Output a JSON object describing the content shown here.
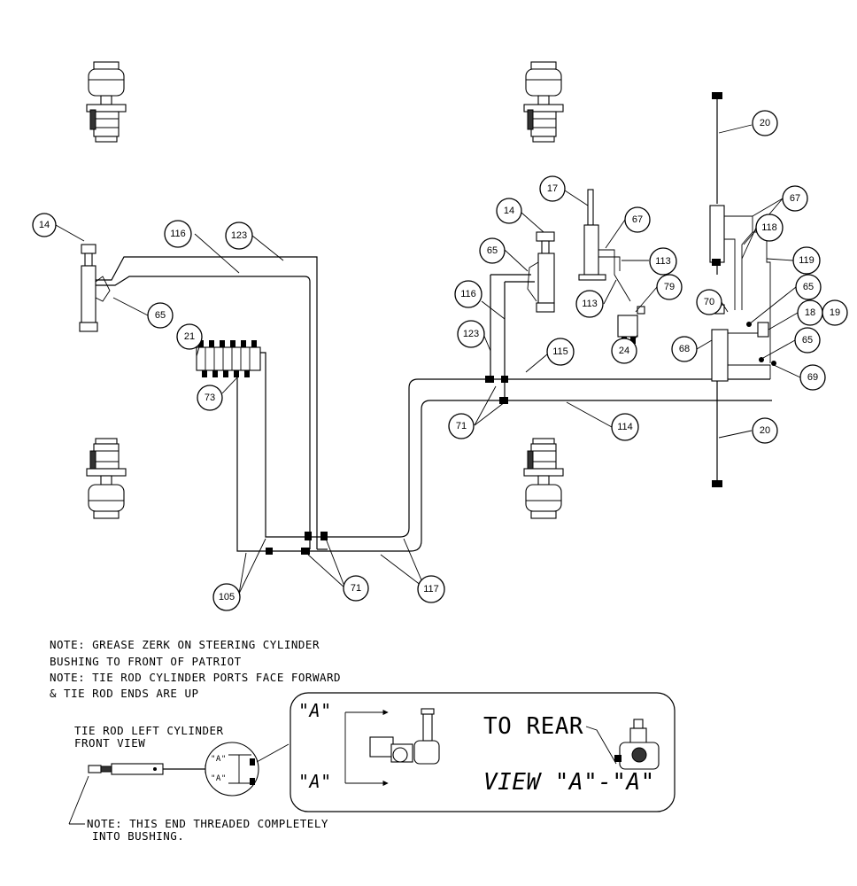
{
  "callouts": [
    {
      "id": "c14a",
      "label": "14"
    },
    {
      "id": "c116a",
      "label": "116"
    },
    {
      "id": "c123a",
      "label": "123"
    },
    {
      "id": "c65a",
      "label": "65"
    },
    {
      "id": "c21",
      "label": "21"
    },
    {
      "id": "c73",
      "label": "73"
    },
    {
      "id": "c105",
      "label": "105"
    },
    {
      "id": "c71a",
      "label": "71"
    },
    {
      "id": "c117",
      "label": "117"
    },
    {
      "id": "c17",
      "label": "17"
    },
    {
      "id": "c14b",
      "label": "14"
    },
    {
      "id": "c67a",
      "label": "67"
    },
    {
      "id": "c65b",
      "label": "65"
    },
    {
      "id": "c113a",
      "label": "113"
    },
    {
      "id": "c113b",
      "label": "113"
    },
    {
      "id": "c79",
      "label": "79"
    },
    {
      "id": "c116b",
      "label": "116"
    },
    {
      "id": "c123b",
      "label": "123"
    },
    {
      "id": "c24",
      "label": "24"
    },
    {
      "id": "c115",
      "label": "115"
    },
    {
      "id": "c71b",
      "label": "71"
    },
    {
      "id": "c114",
      "label": "114"
    },
    {
      "id": "c20a",
      "label": "20"
    },
    {
      "id": "c67b",
      "label": "67"
    },
    {
      "id": "c118",
      "label": "118"
    },
    {
      "id": "c119",
      "label": "119"
    },
    {
      "id": "c65c",
      "label": "65"
    },
    {
      "id": "c70",
      "label": "70"
    },
    {
      "id": "c18",
      "label": "18"
    },
    {
      "id": "c19",
      "label": "19"
    },
    {
      "id": "c68",
      "label": "68"
    },
    {
      "id": "c65d",
      "label": "65"
    },
    {
      "id": "c69",
      "label": "69"
    },
    {
      "id": "c20b",
      "label": "20"
    }
  ],
  "notes": {
    "line1": "NOTE: GREASE ZERK ON STEERING CYLINDER",
    "line2": "BUSHING TO FRONT OF PATRIOT",
    "line3": "NOTE: TIE ROD CYLINDER PORTS FACE FORWARD",
    "line4": "& TIE ROD ENDS ARE UP",
    "front_title1": "TIE ROD LEFT CYLINDER",
    "front_title2": "FRONT VIEW",
    "thread1": "NOTE: THIS END THREADED COMPLETELY",
    "thread2": "INTO BUSHING."
  },
  "detail_view": {
    "section_label_top": "\"A\"",
    "section_label_bottom": "\"A\"",
    "to_rear": "TO REAR",
    "view_title": "VIEW \"A\"-\"A\"",
    "small_a1": "\"A\"",
    "small_a2": "\"A\""
  }
}
